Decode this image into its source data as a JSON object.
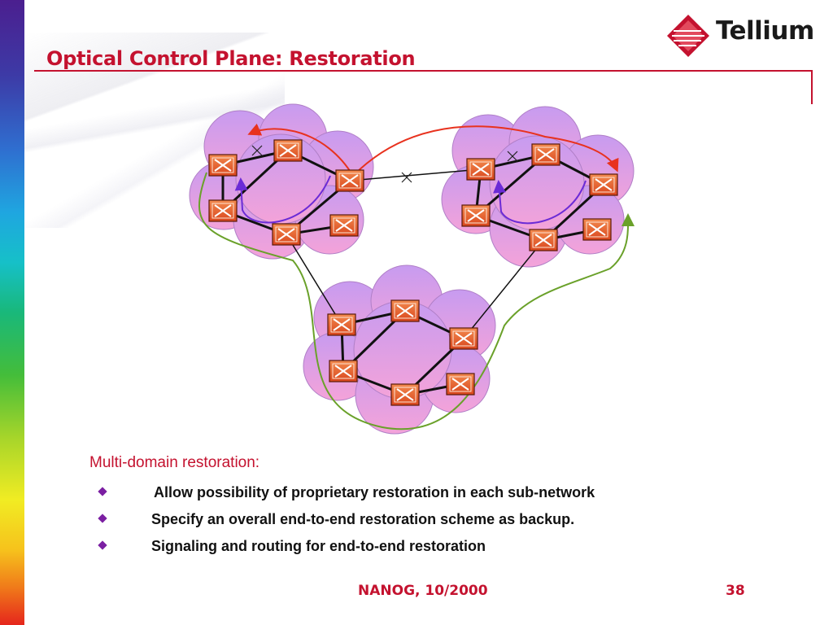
{
  "slide": {
    "title": "Optical Control Plane: Restoration",
    "page_number": "38",
    "footer": "NANOG, 10/2000"
  },
  "logo": {
    "text": "Tellium",
    "icon": "diamond-logo-icon",
    "color": "#c4122f"
  },
  "diagram": {
    "icons": [
      "cloud-icon",
      "optical-switch-icon",
      "link-failure-x-icon",
      "restoration-arrow-icon"
    ],
    "colors": {
      "cloud": "#e39ae6",
      "switch": "#e8572a",
      "restore_red": "#e8321e",
      "restore_purple": "#6b2bd6",
      "restore_green": "#6aa12a"
    }
  },
  "content": {
    "subtitle": "Multi-domain restoration:",
    "bullets": [
      "Allow possibility of proprietary restoration in each sub-network",
      "Specify an overall end-to-end restoration scheme as backup.",
      "Signaling and routing for end-to-end restoration"
    ]
  }
}
